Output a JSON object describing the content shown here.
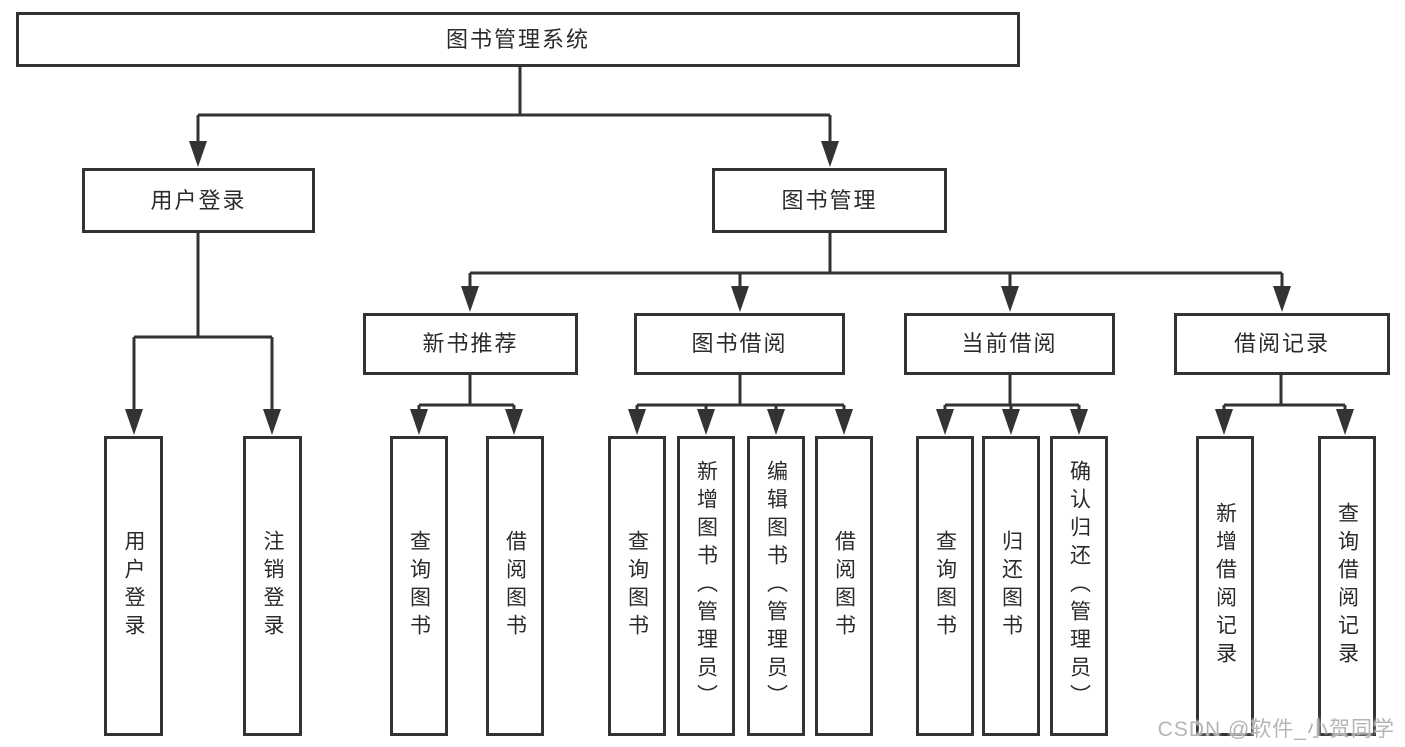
{
  "diagram": {
    "root": {
      "label": "图书管理系统"
    },
    "branches": [
      {
        "label": "用户登录",
        "children": [
          {
            "label": "用户登录"
          },
          {
            "label": "注销登录"
          }
        ]
      },
      {
        "label": "图书管理",
        "children": [
          {
            "label": "新书推荐",
            "children": [
              {
                "label": "查询图书"
              },
              {
                "label": "借阅图书"
              }
            ]
          },
          {
            "label": "图书借阅",
            "children": [
              {
                "label": "查询图书"
              },
              {
                "label": "新增图书（管理员）"
              },
              {
                "label": "编辑图书（管理员）"
              },
              {
                "label": "借阅图书"
              }
            ]
          },
          {
            "label": "当前借阅",
            "children": [
              {
                "label": "查询图书"
              },
              {
                "label": "归还图书"
              },
              {
                "label": "确认归还（管理员）"
              }
            ]
          },
          {
            "label": "借阅记录",
            "children": [
              {
                "label": "新增借阅记录"
              },
              {
                "label": "查询借阅记录"
              }
            ]
          }
        ]
      }
    ]
  },
  "watermark": {
    "text": "CSDN @软件_小贺同学"
  },
  "colors": {
    "line": "#333333",
    "box_fill": "#ffffff",
    "text": "#2b2b2b",
    "watermark": "#b5b5b5",
    "background": "#ffffff"
  }
}
